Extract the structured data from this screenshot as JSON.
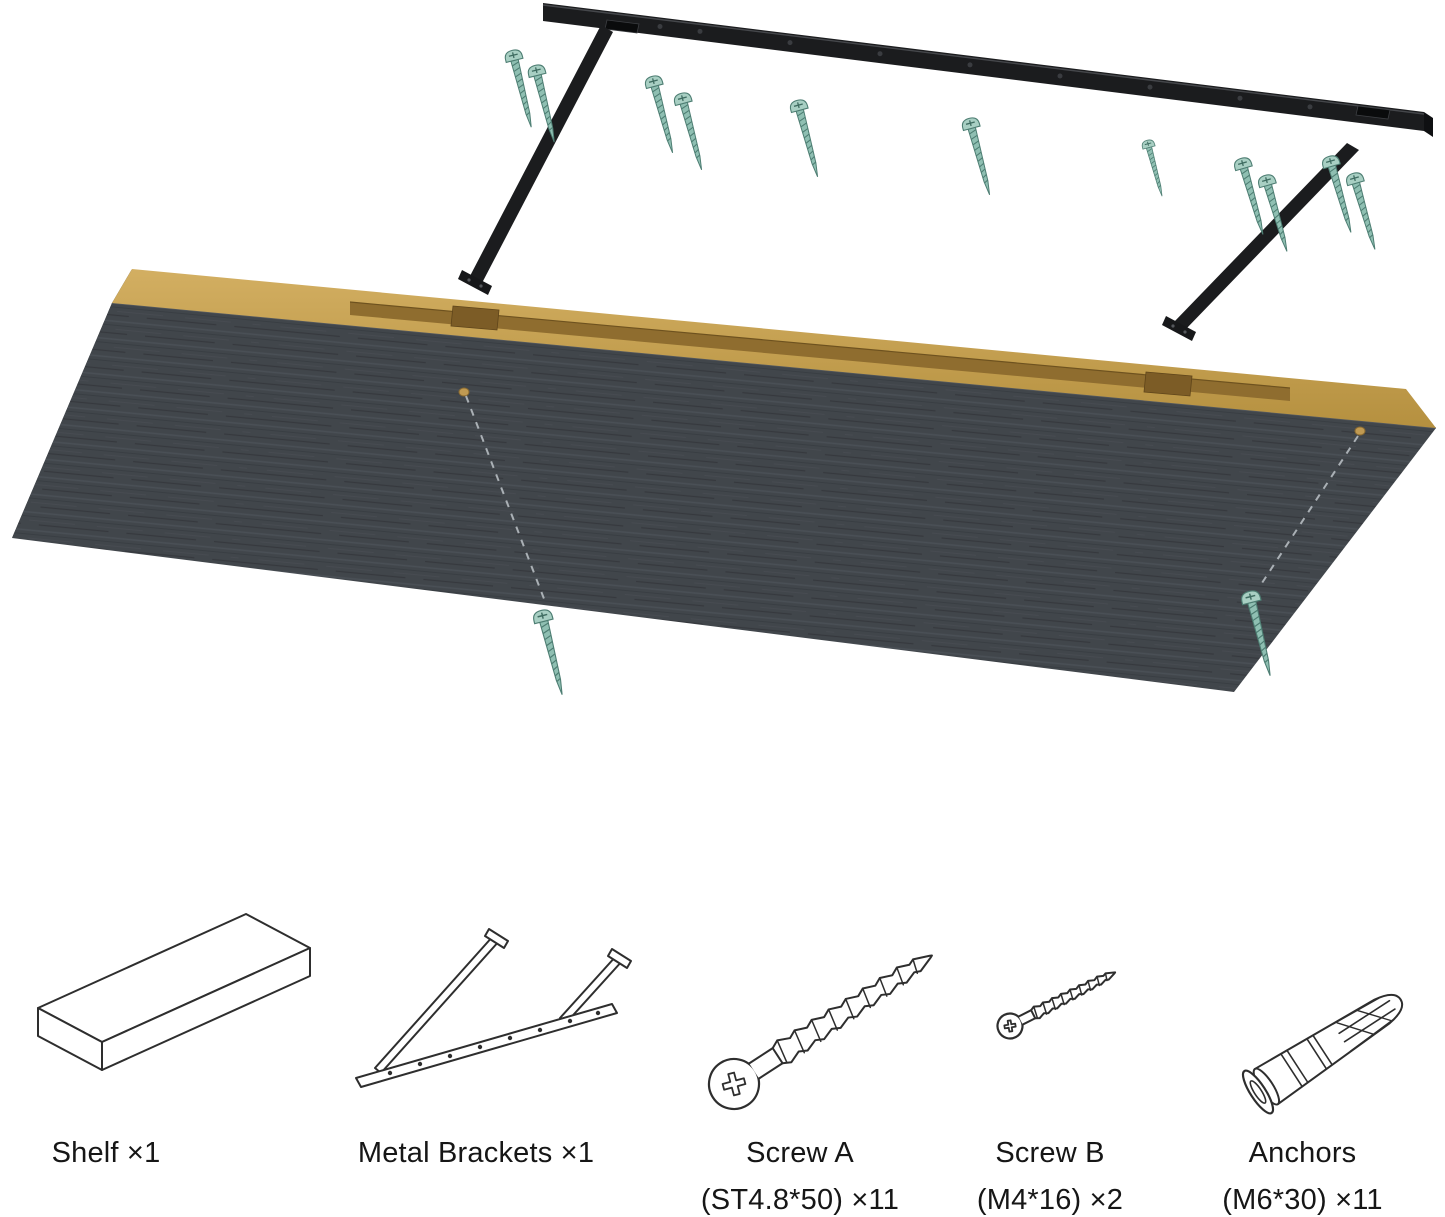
{
  "diagram": {
    "type": "exploded-assembly",
    "subject": "floating wall shelf with hidden metal bracket",
    "components": [
      {
        "name": "mounting-bracket-rail",
        "description": "black metal rail with two arms"
      },
      {
        "name": "wall-screws-shown",
        "count": 11
      },
      {
        "name": "shelf-board",
        "description": "dark woodgrain shelf, rear edge groove with two keyhole slots"
      },
      {
        "name": "underside-fixing-screws-shown",
        "count": 2
      }
    ]
  },
  "parts_list": {
    "shelf": {
      "label": "Shelf ×1"
    },
    "brackets": {
      "label": "Metal Brackets ×1"
    },
    "screw_a": {
      "label": "Screw A",
      "spec": "(ST4.8*50) ×11"
    },
    "screw_b": {
      "label": "Screw B",
      "spec": "(M4*16) ×2"
    },
    "anchors": {
      "label": "Anchors",
      "spec": "(M6*30) ×11"
    }
  },
  "icons": {
    "shelf": "shelf-slab-icon",
    "brackets": "bracket-frame-icon",
    "screw_a": "large-screw-icon",
    "screw_b": "small-screw-icon",
    "anchors": "wall-anchor-icon"
  },
  "colors": {
    "background": "#ffffff",
    "shelf_laminate": "#41464b",
    "shelf_core": "#c9a553",
    "groove": "#8f6d2f",
    "bracket_metal": "#1b1c1e",
    "screw_green": "#8fbfb2",
    "line_art": "#2e2e2e",
    "text": "#161616",
    "dashed_guide": "#aab0b5"
  }
}
